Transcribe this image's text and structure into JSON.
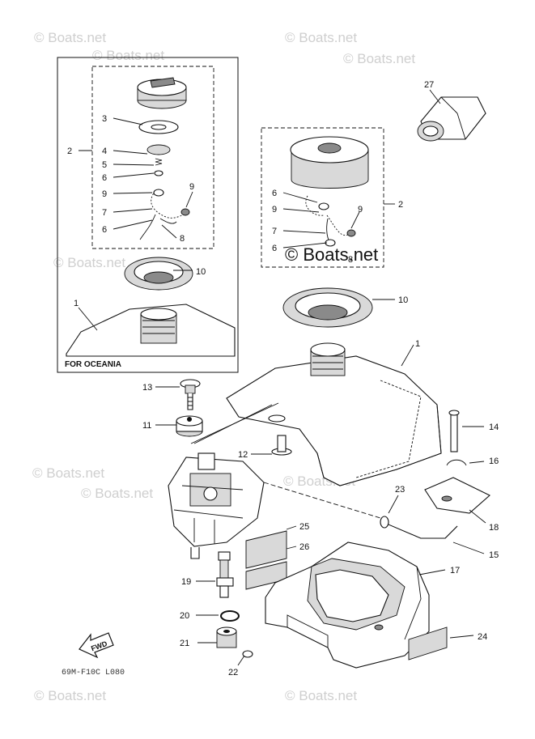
{
  "watermarks": [
    "© Boats.net",
    "© Boats.net",
    "© Boats.net",
    "© Boats.net",
    "© Boats.net",
    "© Boats.net",
    "© Boats.net",
    "© Boats.net",
    "© Boats.net",
    "© Boats.net"
  ],
  "center_watermark": "© Boats.net",
  "inset_title": "FOR OCEANIA",
  "fwd_label": "FWD",
  "diagram_code": "69M-F10C L080",
  "callouts": [
    "1",
    "2",
    "3",
    "4",
    "5",
    "6",
    "6",
    "7",
    "8",
    "9",
    "9",
    "10",
    "2",
    "6",
    "9",
    "7",
    "6",
    "9",
    "8",
    "10",
    "1",
    "13",
    "11",
    "12",
    "14",
    "16",
    "18",
    "15",
    "23",
    "25",
    "26",
    "17",
    "19",
    "20",
    "21",
    "22",
    "24",
    "27"
  ]
}
